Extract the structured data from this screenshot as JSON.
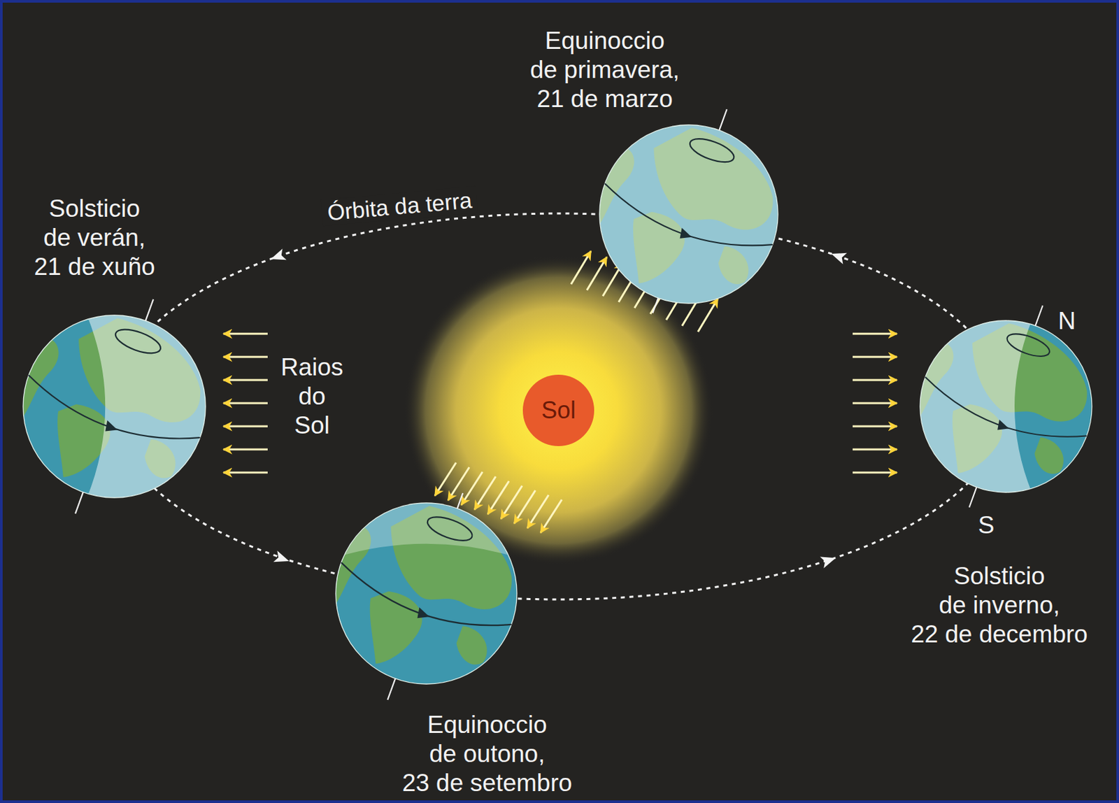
{
  "diagram": {
    "nodes": [
      {
        "text": [
          "Sol"
        ]
      }
    ],
    "labels": [
      "Equinoccio de primavera, 21 de marzo",
      "Solsticio de verán, 21 de xuño",
      "Órbita da terra",
      "Raios do Sol",
      "N",
      "S",
      "Solsticio de inverno, 22 de decembro",
      "Equinoccio de outono, 23 de setembro"
    ]
  }
}
